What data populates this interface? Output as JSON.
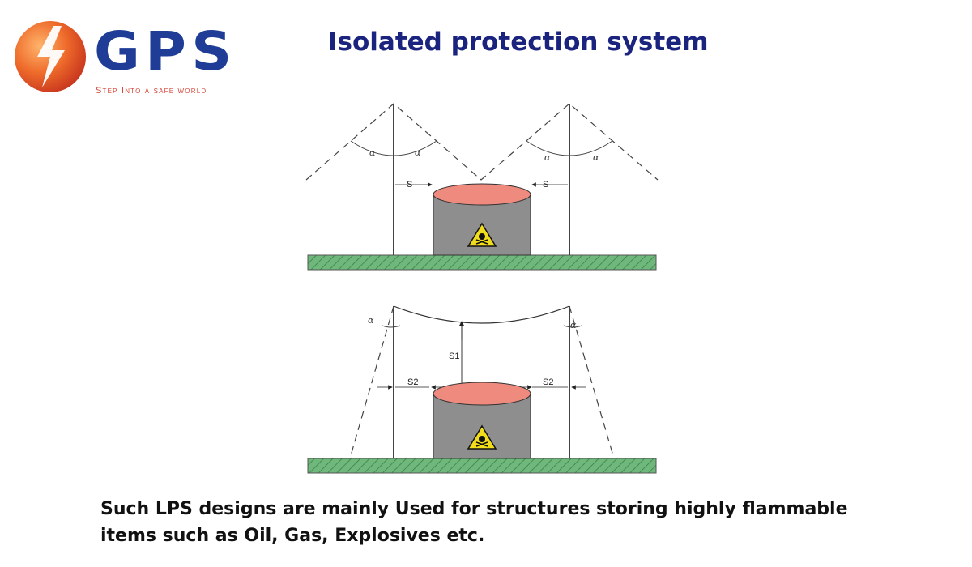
{
  "logo": {
    "brand": "GPS",
    "tagline": "Step Into a safe world",
    "colors": {
      "brand": "#1f3d96",
      "ball": "#e8582b",
      "tagline": "#d4473a"
    }
  },
  "title": "Isolated protection system",
  "diagram": {
    "top": {
      "label_left": "S",
      "label_right": "S",
      "angle": "α"
    },
    "bottom": {
      "label_s1": "S1",
      "label_s2_left": "S2",
      "label_s2_right": "S2",
      "angle": "α"
    },
    "icons": [
      "toxic-hazard-icon",
      "lightning-bolt-icon"
    ],
    "colors": {
      "ground": "#6fb87c",
      "tank_body": "#8e8e8e",
      "tank_top": "#ef8a7f",
      "hazard": "#f2dd1c"
    }
  },
  "caption": {
    "line1": "Such LPS designs are mainly Used for structures storing highly flammable",
    "line2": "items such as Oil, Gas, Explosives etc."
  }
}
